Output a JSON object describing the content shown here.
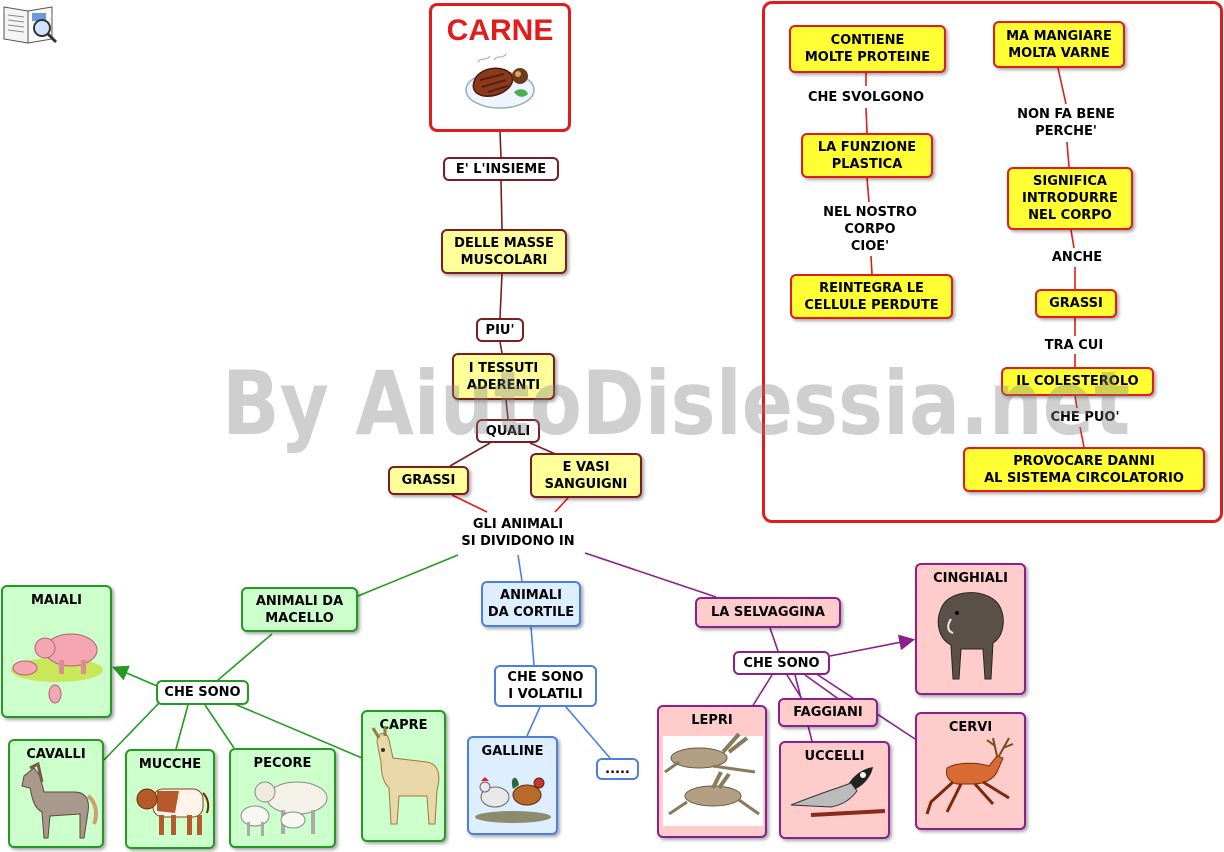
{
  "title": "CARNE",
  "watermark": "By AiutoDislessia.net",
  "icons": {
    "corner": "book-magnifier-icon",
    "title": "steak-plate-icon"
  },
  "colors": {
    "red": "#e21b1b",
    "brown": "#7a1e1e",
    "green": "#239b23",
    "blue": "#4d7fe0",
    "purple": "#8b1f8b",
    "yellow": "#ffff33",
    "light_yellow": "#ffff99"
  },
  "main_chain": {
    "e_linsieme": "E' L'INSIEME",
    "masse": "DELLE MASSE\nMUSCOLARI",
    "piu": "PIU'",
    "tessuti": "I TESSUTI\nADERENTI",
    "quali": "QUALI",
    "grassi": "GRASSI",
    "vasi": "E VASI\nSANGUIGNI",
    "dividono": "GLI ANIMALI\nSI DIVIDONO IN"
  },
  "macello": {
    "label": "ANIMALI DA\nMACELLO",
    "che_sono": "CHE SONO",
    "maiali": "MAIALI",
    "cavalli": "CAVALLI",
    "mucche": "MUCCHE",
    "pecore": "PECORE",
    "capre": "CAPRE"
  },
  "cortile": {
    "label": "ANIMALI\nDA CORTILE",
    "che_sono": "CHE SONO\nI VOLATILI",
    "galline": "GALLINE",
    "altro": "....."
  },
  "selvaggina": {
    "label": "LA SELVAGGINA",
    "che_sono": "CHE SONO",
    "cinghiali": "CINGHIALI",
    "lepri": "LEPRI",
    "fagiani": "FAGGIANI",
    "uccelli": "UCCELLI",
    "cervi": "CERVI"
  },
  "panel": {
    "proteine": "CONTIENE\nMOLTE PROTEINE",
    "svolgono": "CHE SVOLGONO",
    "plastica": "LA FUNZIONE\nPLASTICA",
    "corpo": "NEL NOSTRO\nCORPO\nCIOE'",
    "reintegra": "REINTEGRA LE\nCELLULE PERDUTE",
    "mangiare": "MA MANGIARE\nMOLTA VARNE",
    "non_fa": "NON FA BENE\nPERCHE'",
    "significa": "SIGNIFICA\nINTRODURRE\nNEL CORPO",
    "anche": "ANCHE",
    "grassi": "GRASSI",
    "tra_cui": "TRA CUI",
    "colesterolo": "IL COLESTEROLO",
    "che_puo": "CHE PUO'",
    "danni": "PROVOCARE DANNI\nAL SISTEMA CIRCOLATORIO"
  }
}
